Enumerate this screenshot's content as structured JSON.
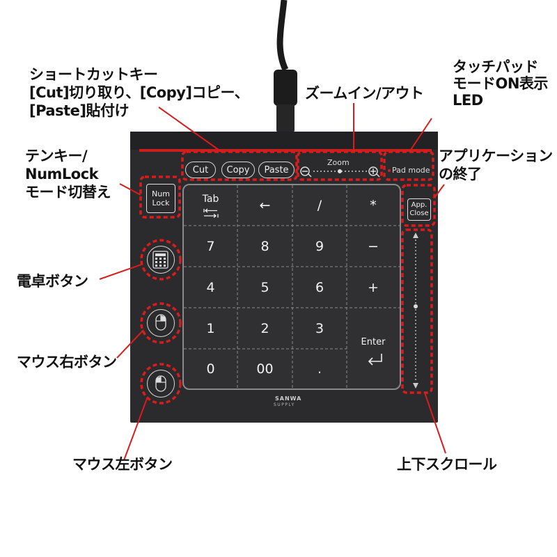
{
  "callouts": {
    "shortcut_line1": "ショートカットキー",
    "shortcut_line2": "[Cut]切り取り、[Copy]コピー、",
    "shortcut_line3": "[Paste]貼付け",
    "zoom": "ズームイン/アウト",
    "led_line1": "タッチパッド",
    "led_line2": "モードON表示",
    "led_line3": "LED",
    "numlock_line1": "テンキー/",
    "numlock_line2": "NumLock",
    "numlock_line3": "モード切替え",
    "app_close_line1": "アプリケーション",
    "app_close_line2": "の終了",
    "calculator": "電卓ボタン",
    "right_click": "マウス右ボタン",
    "left_click": "マウス左ボタン",
    "scroll": "上下スクロール"
  },
  "device": {
    "cut": "Cut",
    "copy": "Copy",
    "paste": "Paste",
    "zoom_label": "Zoom",
    "pad_mode": "Pad mode",
    "num_lock_line1": "Num",
    "num_lock_line2": "Lock",
    "app_close_line1": "App.",
    "app_close_line2": "Close",
    "brand_line1": "SANWA",
    "brand_line2": "SUPPLY"
  },
  "keys": {
    "tab": "Tab",
    "arrow": "←",
    "slash": "/",
    "star": "*",
    "k7": "7",
    "k8": "8",
    "k9": "9",
    "minus": "−",
    "k4": "4",
    "k5": "5",
    "k6": "6",
    "plus": "+",
    "k1": "1",
    "k2": "2",
    "k3": "3",
    "k0": "0",
    "k00": "00",
    "dot": ".",
    "enter": "Enter"
  },
  "colors": {
    "accent_red": "#cc1f1f",
    "device_body": "#2b2b2d"
  }
}
